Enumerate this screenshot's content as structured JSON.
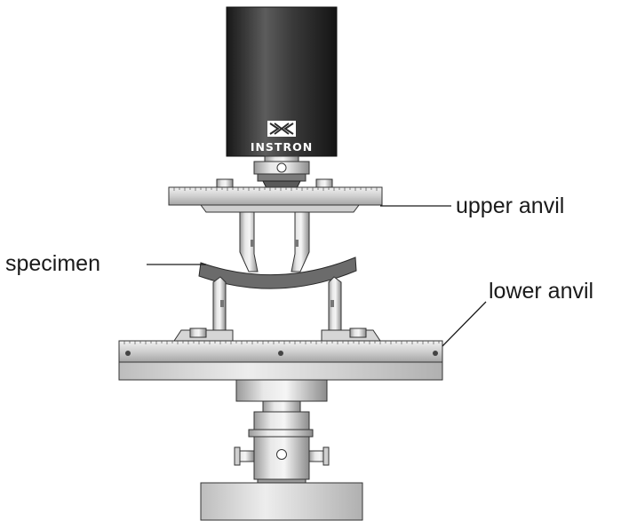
{
  "labels": {
    "upper_anvil": "upper anvil",
    "specimen": "specimen",
    "lower_anvil": "lower anvil"
  },
  "brand": {
    "name": "INSTRON"
  },
  "colors": {
    "load_cell_dark": "#1e1e1e",
    "load_cell_light": "#5a5a5a",
    "steel_light": "#e6e6e6",
    "steel_mid": "#b8b8b8",
    "steel_dark": "#8a8a8a",
    "specimen": "#6b6b6b",
    "text": "#1a1a1a"
  }
}
